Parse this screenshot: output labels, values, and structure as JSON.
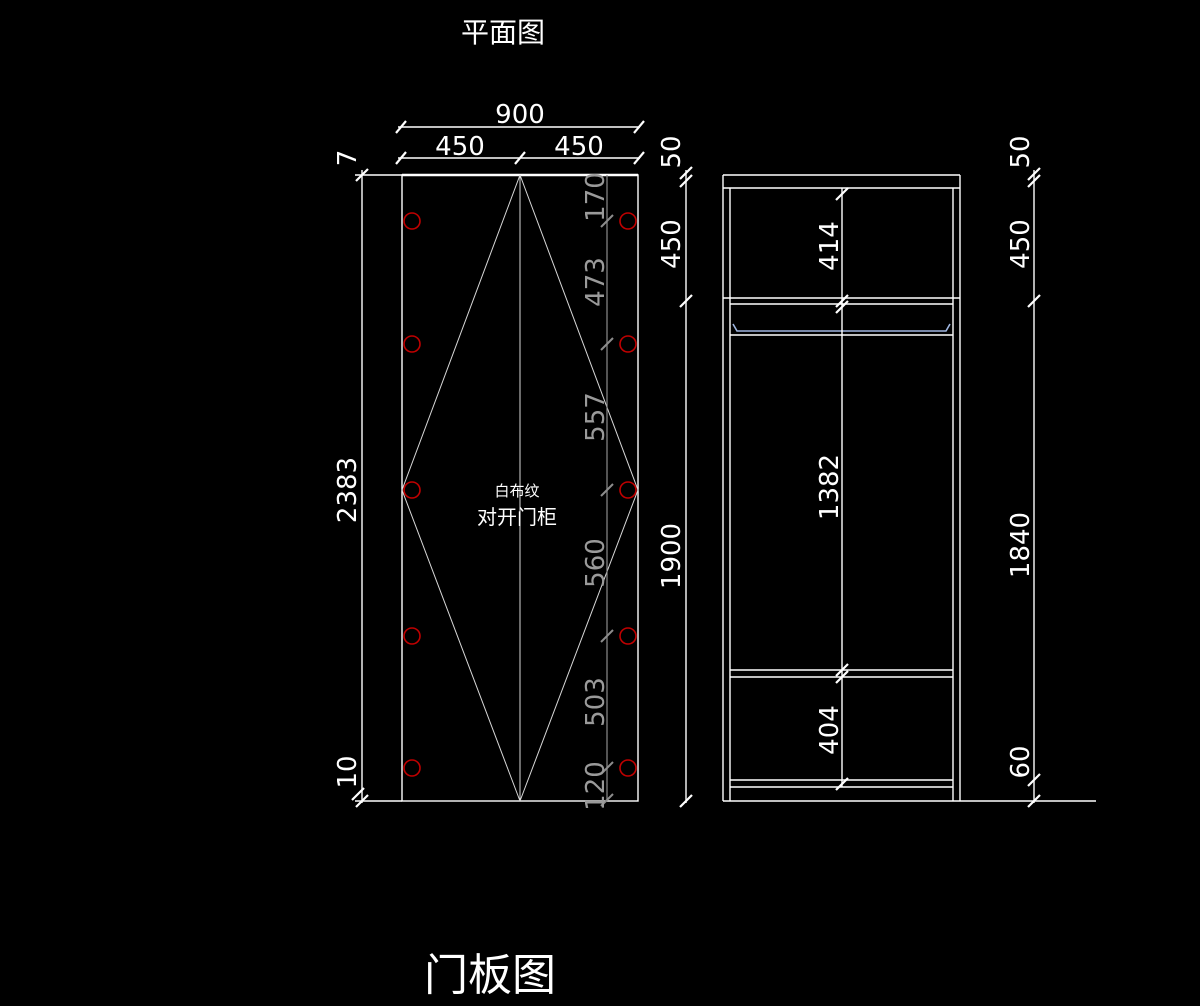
{
  "titles": {
    "plan": "平面图",
    "door_panel": "门板图"
  },
  "door_panel": {
    "label_material": "白布纹",
    "label_type": "对开门柜",
    "width_total": "900",
    "width_left": "450",
    "width_right": "450",
    "height_total": "2383",
    "top_gap": "7",
    "bottom_gap": "10",
    "hinge_spacing": [
      "170",
      "473",
      "557",
      "560",
      "503",
      "120"
    ]
  },
  "cabinet": {
    "left_dims": [
      "50",
      "450",
      "1900"
    ],
    "inner_dims": [
      "414",
      "1382",
      "404"
    ],
    "right_dims": [
      "50",
      "450",
      "1840",
      "60"
    ]
  },
  "colors": {
    "background": "#000000",
    "line": "#ffffff",
    "hinge": "#c00000",
    "hanging_rod": "#9fb6e0",
    "dim_secondary": "#9a9a9a"
  }
}
